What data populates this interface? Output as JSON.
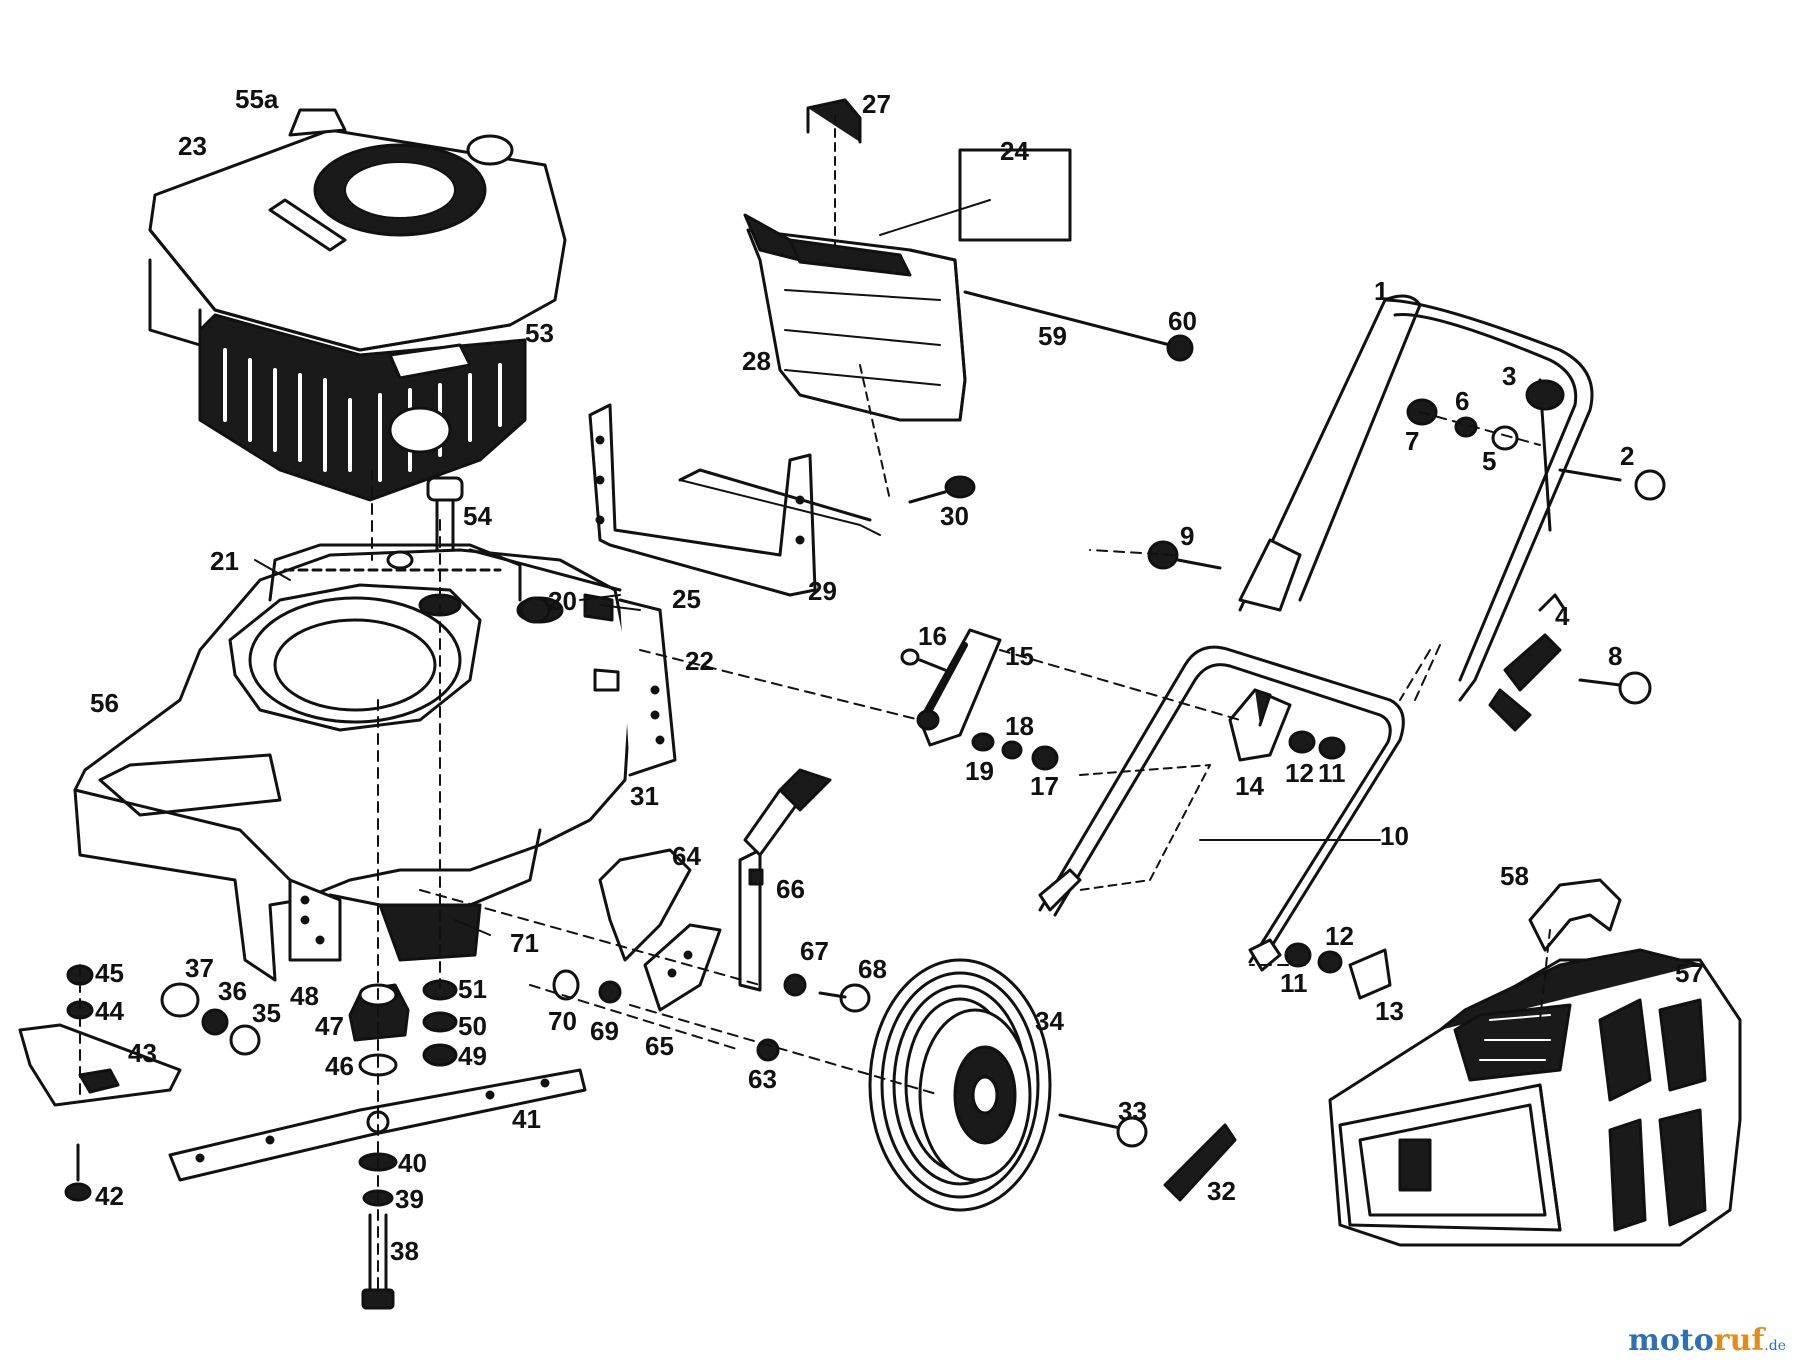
{
  "diagram": {
    "part_labels": [
      "1",
      "2",
      "3",
      "4",
      "5",
      "6",
      "7",
      "8",
      "9",
      "10",
      "11",
      "11",
      "12",
      "12",
      "13",
      "14",
      "15",
      "16",
      "17",
      "18",
      "19",
      "20",
      "21",
      "22",
      "23",
      "24",
      "25",
      "27",
      "28",
      "29",
      "30",
      "31",
      "32",
      "33",
      "34",
      "35",
      "36",
      "37",
      "38",
      "39",
      "40",
      "41",
      "42",
      "43",
      "44",
      "45",
      "46",
      "47",
      "48",
      "49",
      "50",
      "51",
      "53",
      "54",
      "55a",
      "56",
      "57",
      "58",
      "59",
      "60",
      "63",
      "64",
      "65",
      "66",
      "67",
      "68",
      "69",
      "70",
      "71"
    ]
  },
  "watermark": {
    "part1": "moto",
    "part2": "ruf",
    "part3": ".de"
  },
  "colors": {
    "line": "#111111",
    "fill_dark": "#1a1a1a",
    "fill_light": "#ffffff",
    "brand_blue": "#2f6fb5",
    "brand_orange": "#e38b1f"
  }
}
